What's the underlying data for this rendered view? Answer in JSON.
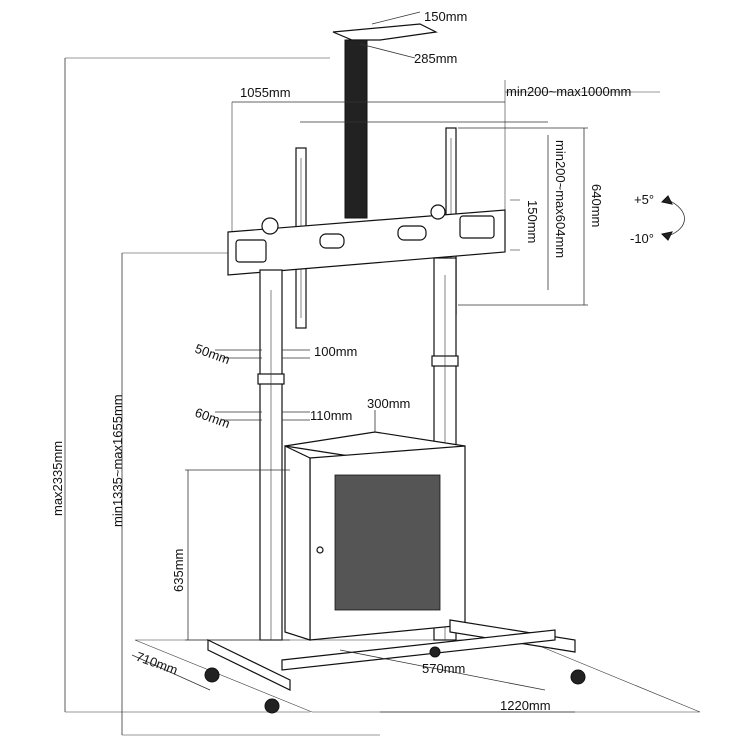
{
  "dimensions": {
    "top_bracket_width": "150mm",
    "top_bracket_depth": "285mm",
    "crossbar_width": "1055mm",
    "vesa_horizontal": "min200~max1000mm",
    "vesa_vertical": "min200~max604mm",
    "mount_height": "640mm",
    "arm_spacing": "150mm",
    "overall_height": "max2335mm",
    "center_height": "min1335~max1655mm",
    "pole_clamp_1_left": "50mm",
    "pole_clamp_1_right": "100mm",
    "pole_clamp_2_left": "60mm",
    "pole_clamp_2_right": "110mm",
    "cabinet_width": "300mm",
    "cabinet_height": "635mm",
    "base_depth": "710mm",
    "cabinet_depth": "570mm",
    "base_width": "1220mm"
  },
  "tilt": {
    "up": "+5°",
    "down": "-10°"
  }
}
